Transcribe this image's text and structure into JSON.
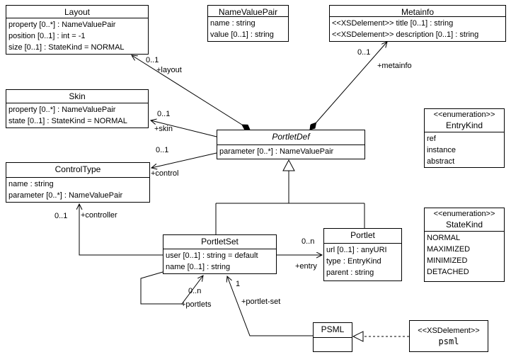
{
  "classes": {
    "layout": {
      "name": "Layout",
      "attributes": [
        "property [0..*] : NameValuePair",
        "position [0..1] : int = -1",
        "size [0..1] : StateKind = NORMAL"
      ]
    },
    "nameValuePair": {
      "name": "NameValuePair",
      "attributes": [
        "name : string",
        "value [0..1] : string"
      ]
    },
    "metainfo": {
      "name": "Metainfo",
      "attributes": [
        "<<XSDelement>> title [0..1] : string",
        "<<XSDelement>> description [0..1] : string"
      ]
    },
    "skin": {
      "name": "Skin",
      "attributes": [
        "property [0..*] : NameValuePair",
        "state [0..1] : StateKind = NORMAL"
      ]
    },
    "controlType": {
      "name": "ControlType",
      "attributes": [
        "name : string",
        "parameter [0..*] : NameValuePair"
      ]
    },
    "portletDef": {
      "name": "PortletDef",
      "attributes": [
        "parameter [0..*] : NameValuePair"
      ]
    },
    "entryKind": {
      "stereotype": "<<enumeration>>",
      "name": "EntryKind",
      "literals": [
        "ref",
        "instance",
        "abstract"
      ]
    },
    "stateKind": {
      "stereotype": "<<enumeration>>",
      "name": "StateKind",
      "literals": [
        "NORMAL",
        "MAXIMIZED",
        "MINIMIZED",
        "DETACHED"
      ]
    },
    "portletSet": {
      "name": "PortletSet",
      "attributes": [
        "user [0..1] : string = default",
        "name [0..1] : string"
      ]
    },
    "portlet": {
      "name": "Portlet",
      "attributes": [
        "url [0..1] : anyURI",
        "type : EntryKind",
        "parent : string"
      ]
    },
    "psml": {
      "name": "PSML"
    },
    "psmlElement": {
      "stereotype": "<<XSDelement>>",
      "name": "psml"
    }
  },
  "associations": {
    "layout": {
      "multiplicity": "0..1",
      "role": "+layout"
    },
    "metainfo": {
      "multiplicity": "0..1",
      "role": "+metainfo"
    },
    "skin": {
      "multiplicity": "0..1",
      "role": "+skin"
    },
    "control": {
      "multiplicity": "0..1",
      "role": "+control"
    },
    "controller": {
      "multiplicity": "0..1",
      "role": "+controller"
    },
    "entry": {
      "multiplicity": "0..n",
      "role": "+entry"
    },
    "portlets": {
      "multiplicity": "0..n",
      "role": "+portlets"
    },
    "portletSet": {
      "multiplicity": "1",
      "role": "+portlet-set"
    }
  },
  "colors": {
    "background": "#ffffff",
    "line": "#000000",
    "text": "#000000"
  }
}
